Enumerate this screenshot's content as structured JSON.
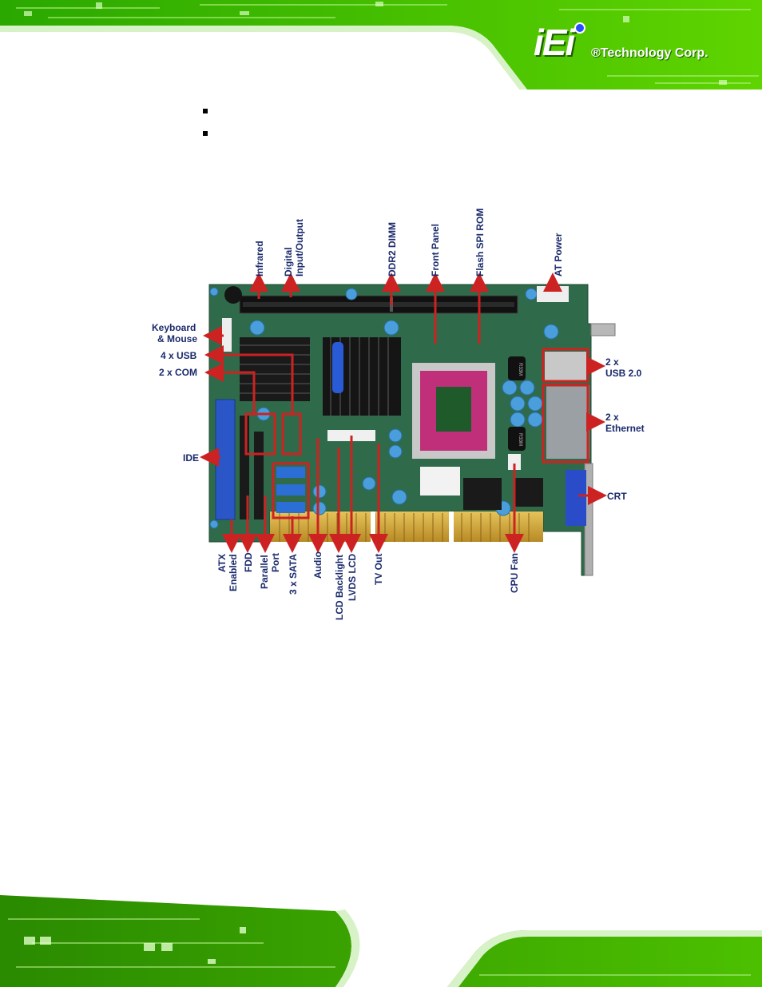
{
  "header": {
    "logo_mark": "iEi",
    "logo_text": "®Technology Corp."
  },
  "figure": {
    "labels": {
      "infrared": "Infrared",
      "digital_io_1": "Digital",
      "digital_io_2": "Input/Output",
      "ddr2_dimm": "DDR2 DIMM",
      "front_panel": "Front Panel",
      "flash_spi_rom": "Flash SPI ROM",
      "at_power": "AT Power",
      "keyboard_1": "Keyboard",
      "keyboard_2": "& Mouse",
      "usb4": "4 x USB",
      "com2": "2 x COM",
      "ide": "IDE",
      "usb20_1": "2 x",
      "usb20_2": "USB 2.0",
      "eth_1": "2 x",
      "eth_2": "Ethernet",
      "crt": "CRT",
      "atx_1": "ATX",
      "atx_2": "Enabled",
      "fdd": "FDD",
      "parallel_1": "Parallel",
      "parallel_2": "Port",
      "sata": "3 x SATA",
      "audio": "Audio",
      "lcd_backlight": "LCD Backlight",
      "lvds_lcd": "LVDS LCD",
      "tv_out": "TV Out",
      "cpu_fan": "CPU Fan",
      "chip1": "R33M",
      "chip2": "R33M"
    }
  },
  "colors": {
    "pcb_green": "#2f6b4a",
    "header_green": "#3fbf00",
    "label_navy": "#1a2a6c",
    "arrow_red": "#cc2222"
  }
}
